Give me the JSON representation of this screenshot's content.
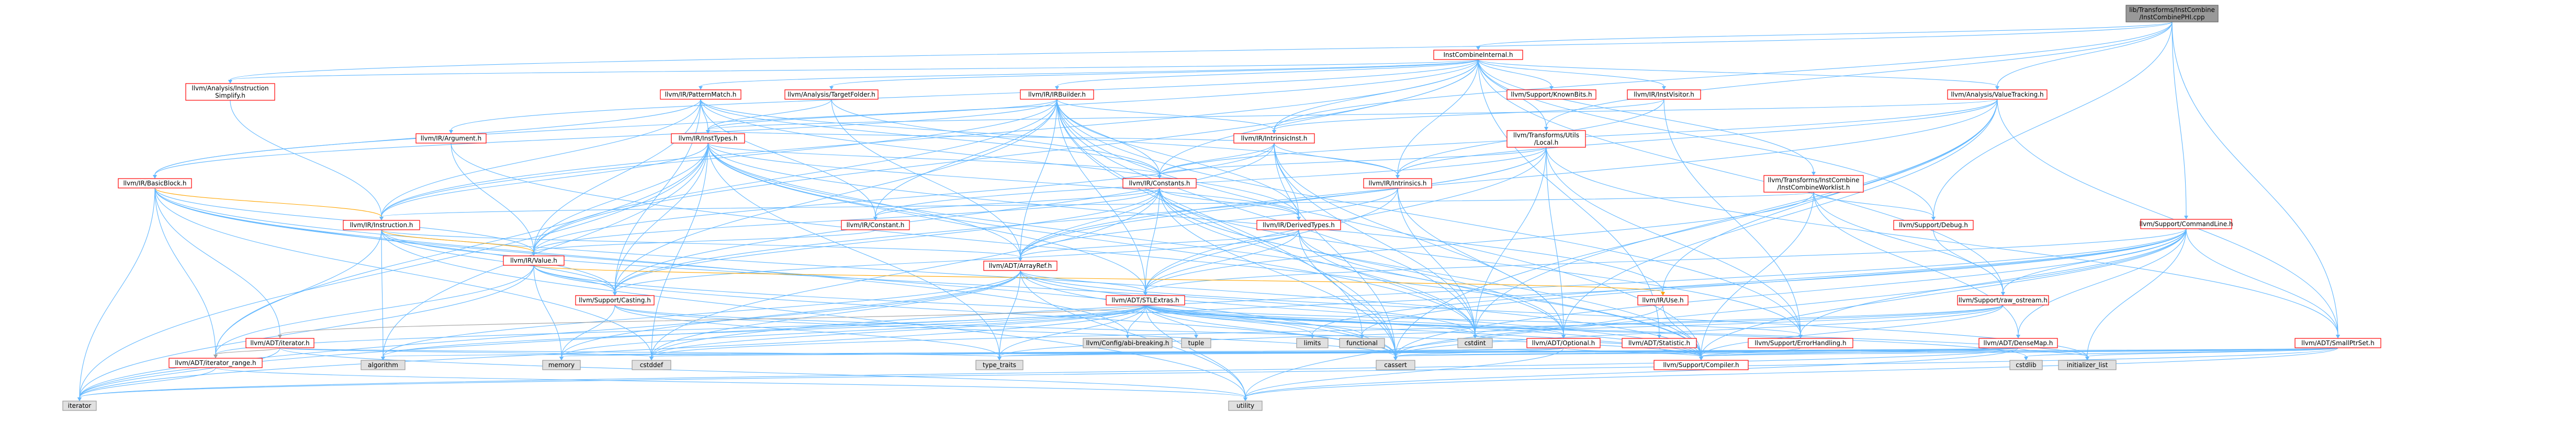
{
  "colors": {
    "root_fill": "#999999",
    "root_stroke": "#666666",
    "internal_stroke": "#ff0000",
    "external_fill": "#e0e0e0",
    "external_stroke": "#999999",
    "node_fill": "#ffffff",
    "edge_blue": "#63b8ff",
    "edge_orange": "#ffa500",
    "edge_gray": "#a0a0a0"
  },
  "nodes": {
    "root": [
      "lib/Transforms/InstCombine",
      "/InstCombinePHI.cpp"
    ],
    "ici": [
      "InstCombineInternal.h"
    ],
    "instsimp": [
      "llvm/Analysis/Instruction",
      "Simplify.h"
    ],
    "patmatch": [
      "llvm/IR/PatternMatch.h"
    ],
    "targetfolder": [
      "llvm/Analysis/TargetFolder.h"
    ],
    "irbuilder": [
      "llvm/IR/IRBuilder.h"
    ],
    "knownbits": [
      "llvm/Support/KnownBits.h"
    ],
    "instvisitor": [
      "llvm/IR/InstVisitor.h"
    ],
    "valuetracking": [
      "llvm/Analysis/ValueTracking.h"
    ],
    "argument": [
      "llvm/IR/Argument.h"
    ],
    "inststypes": [
      "llvm/IR/InstTypes.h"
    ],
    "intrinsicinst": [
      "llvm/IR/IntrinsicInst.h"
    ],
    "tulocal": [
      "llvm/Transforms/Utils",
      "/Local.h"
    ],
    "basicblock": [
      "llvm/IR/BasicBlock.h"
    ],
    "constants": [
      "llvm/IR/Constants.h"
    ],
    "intrinsics": [
      "llvm/IR/Intrinsics.h"
    ],
    "worklist": [
      "llvm/Transforms/InstCombine",
      "/InstCombineWorklist.h"
    ],
    "commandline": [
      "llvm/Support/CommandLine.h"
    ],
    "instruction": [
      "llvm/IR/Instruction.h"
    ],
    "constant": [
      "llvm/IR/Constant.h"
    ],
    "derivedtypes": [
      "llvm/IR/DerivedTypes.h"
    ],
    "debug": [
      "llvm/Support/Debug.h"
    ],
    "value": [
      "llvm/IR/Value.h"
    ],
    "arrayref": [
      "llvm/ADT/ArrayRef.h"
    ],
    "casting": [
      "llvm/Support/Casting.h"
    ],
    "stlextras": [
      "llvm/ADT/STLExtras.h"
    ],
    "use": [
      "llvm/IR/Use.h"
    ],
    "rawostream": [
      "llvm/Support/raw_ostream.h"
    ],
    "iterator": [
      "llvm/ADT/iterator.h"
    ],
    "configbreaking": [
      "llvm/Config/abi-breaking.h"
    ],
    "tuple": [
      "tuple"
    ],
    "limits": [
      "limits"
    ],
    "functional": [
      "functional"
    ],
    "cstdint": [
      "cstdint"
    ],
    "optional": [
      "llvm/ADT/Optional.h"
    ],
    "statistic": [
      "llvm/ADT/Statistic.h"
    ],
    "errorhandling": [
      "llvm/Support/ErrorHandling.h"
    ],
    "densemap": [
      "llvm/ADT/DenseMap.h"
    ],
    "smallptrset": [
      "llvm/ADT/SmallPtrSet.h"
    ],
    "iterrange": [
      "llvm/ADT/iterator_range.h"
    ],
    "algorithm": [
      "algorithm"
    ],
    "memory": [
      "memory"
    ],
    "cstddef": [
      "cstddef"
    ],
    "typetraits": [
      "type_traits"
    ],
    "cassert": [
      "cassert"
    ],
    "compiler": [
      "llvm/Support/Compiler.h"
    ],
    "cstdlib": [
      "cstdlib"
    ],
    "initlist": [
      "initializer_list"
    ],
    "iteratorstd": [
      "iterator"
    ],
    "utility": [
      "utility"
    ]
  }
}
